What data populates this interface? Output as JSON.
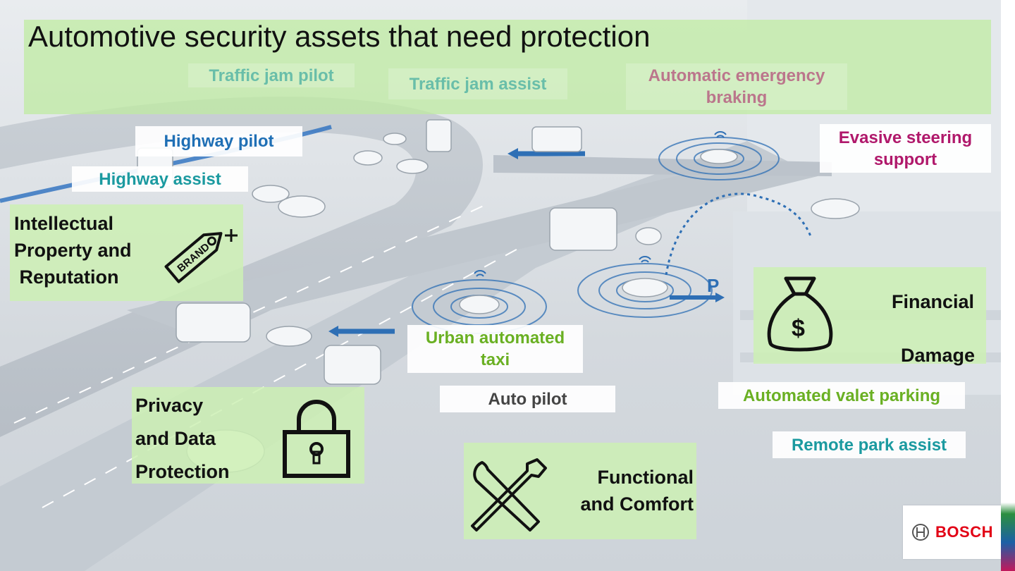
{
  "title": "Automotive security assets that need protection",
  "faded_tags": {
    "traffic_jam_pilot": "Traffic jam pilot",
    "traffic_jam_assist": "Traffic jam assist",
    "automatic_emergency_braking": "Automatic emergency\nbraking"
  },
  "tags": {
    "highway_pilot": "Highway pilot",
    "highway_assist": "Highway assist",
    "evasive_steering": "Evasive steering\nsupport",
    "urban_taxi": "Urban automated\ntaxi",
    "auto_pilot": "Auto pilot",
    "valet_parking": "Automated valet parking",
    "remote_park": "Remote park assist"
  },
  "assets": {
    "ip": "Intellectual\nProperty and\n Reputation",
    "ip_tag_text": "BRAND",
    "privacy": "Privacy\nand Data\nProtection",
    "financial_1": "Financial",
    "financial_2": "Damage",
    "money_symbol": "$",
    "functional": "Functional\nand Comfort"
  },
  "scene": {
    "parking_letter": "P"
  },
  "logo": {
    "text": "BOSCH"
  },
  "colors": {
    "banner": "#bfeb9f",
    "highway_pilot": "#1f6fb5",
    "highway_assist": "#1b9aa0",
    "evasive": "#b0186b",
    "urban_taxi": "#6ab023",
    "auto_pilot": "#444444",
    "valet": "#6ab023",
    "remote": "#1b9aa0",
    "bosch_red": "#e20015"
  }
}
